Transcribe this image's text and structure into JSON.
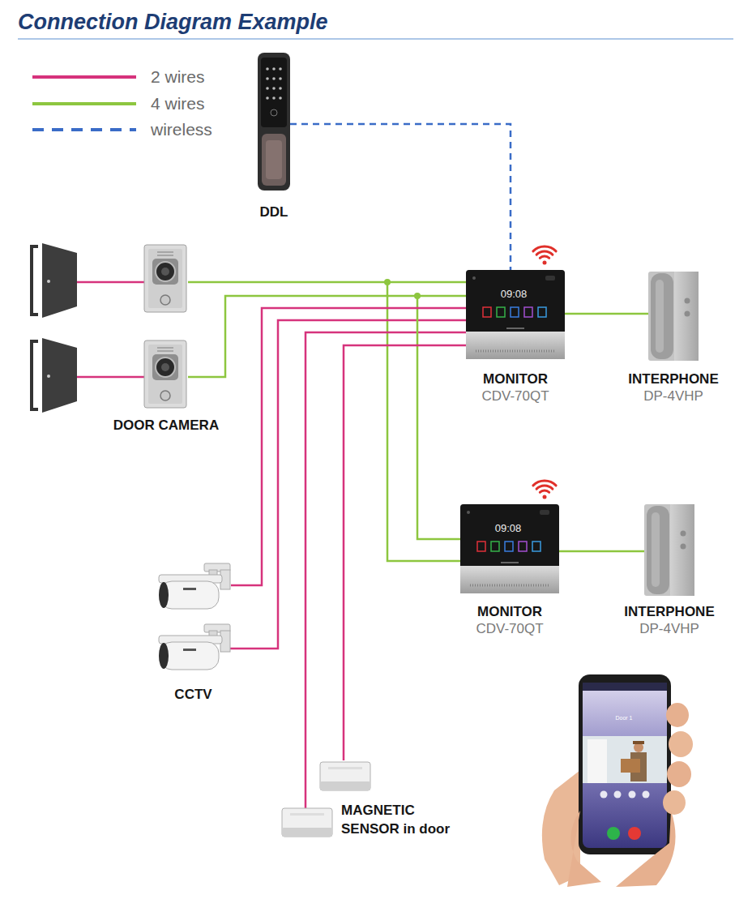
{
  "diagram": {
    "title": "Connection Diagram Example",
    "nodes": [
      {
        "text": [
          "DDL"
        ]
      },
      {
        "text": [
          "DOOR CAMERA"
        ]
      },
      {
        "text": [
          "MONITOR",
          "CDV-70QT"
        ]
      },
      {
        "text": [
          "INTERPHONE",
          "DP-4VHP"
        ]
      },
      {
        "text": [
          "MONITOR",
          "CDV-70QT"
        ]
      },
      {
        "text": [
          "INTERPHONE",
          "DP-4VHP"
        ]
      },
      {
        "text": [
          "CCTV"
        ]
      },
      {
        "text": [
          "MAGNETIC SENSOR in door"
        ]
      }
    ],
    "edges": [
      {
        "from": 0,
        "to": 2,
        "arrow": "none"
      },
      {
        "from": 1,
        "to": 2,
        "arrow": "none"
      },
      {
        "from": 1,
        "to": 4,
        "arrow": "none"
      },
      {
        "from": 2,
        "to": 3,
        "arrow": "none"
      },
      {
        "from": 4,
        "to": 5,
        "arrow": "none"
      },
      {
        "from": 6,
        "to": 2,
        "arrow": "none"
      },
      {
        "from": 7,
        "to": 2,
        "arrow": "none"
      }
    ],
    "labels": [
      "09:08",
      "09:08",
      "Door 1"
    ],
    "legend": [
      {
        "text": "2 wires"
      },
      {
        "text": "4 wires"
      },
      {
        "text": "wireless"
      }
    ]
  }
}
